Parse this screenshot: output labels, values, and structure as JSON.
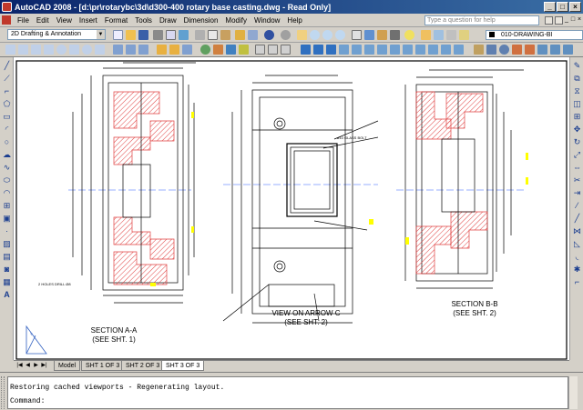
{
  "window": {
    "title": "AutoCAD 2008 - [d:\\pr\\rotarybc\\3d\\d300-400 rotary base casting.dwg - Read Only]",
    "controls": [
      "_",
      "□",
      "×"
    ]
  },
  "menu": {
    "items": [
      "File",
      "Edit",
      "View",
      "Insert",
      "Format",
      "Tools",
      "Draw",
      "Dimension",
      "Modify",
      "Window",
      "Help"
    ],
    "help_placeholder": "Type a question for help",
    "doc_controls": [
      "_",
      "□",
      "×"
    ]
  },
  "toolbar": {
    "workspace": "2D Drafting & Annotation",
    "layer_name": "010-DRAWING-BI"
  },
  "drawing": {
    "views": [
      {
        "caption_line1": "SECTION A-A",
        "caption_line2": "(SEE SHT. 1)"
      },
      {
        "caption_line1": "VIEW ON ARROW C",
        "caption_line2": "(SEE SHT. 2)"
      },
      {
        "caption_line1": "SECTION B-B",
        "caption_line2": "(SEE SHT. 2)"
      }
    ],
    "notes": {
      "holes": "2 HOLES DRILL Ø8",
      "glass_bolt": "ø10 GLASS BOLT"
    },
    "ucs_label": "Y"
  },
  "layout_tabs": [
    "Model",
    "SHT 1 OF 3",
    "SHT 2 OF 3",
    "SHT 3 OF 3"
  ],
  "active_tab": "SHT 3 OF 3",
  "command": {
    "history": "Restoring cached viewports - Regenerating layout.",
    "prompt": "Command:"
  },
  "colors": {
    "titlebar": "#0a246a",
    "hatch": "#e04040",
    "dimension": "#000000",
    "highlight": "#ffff00",
    "centerline": "#3060ff"
  }
}
